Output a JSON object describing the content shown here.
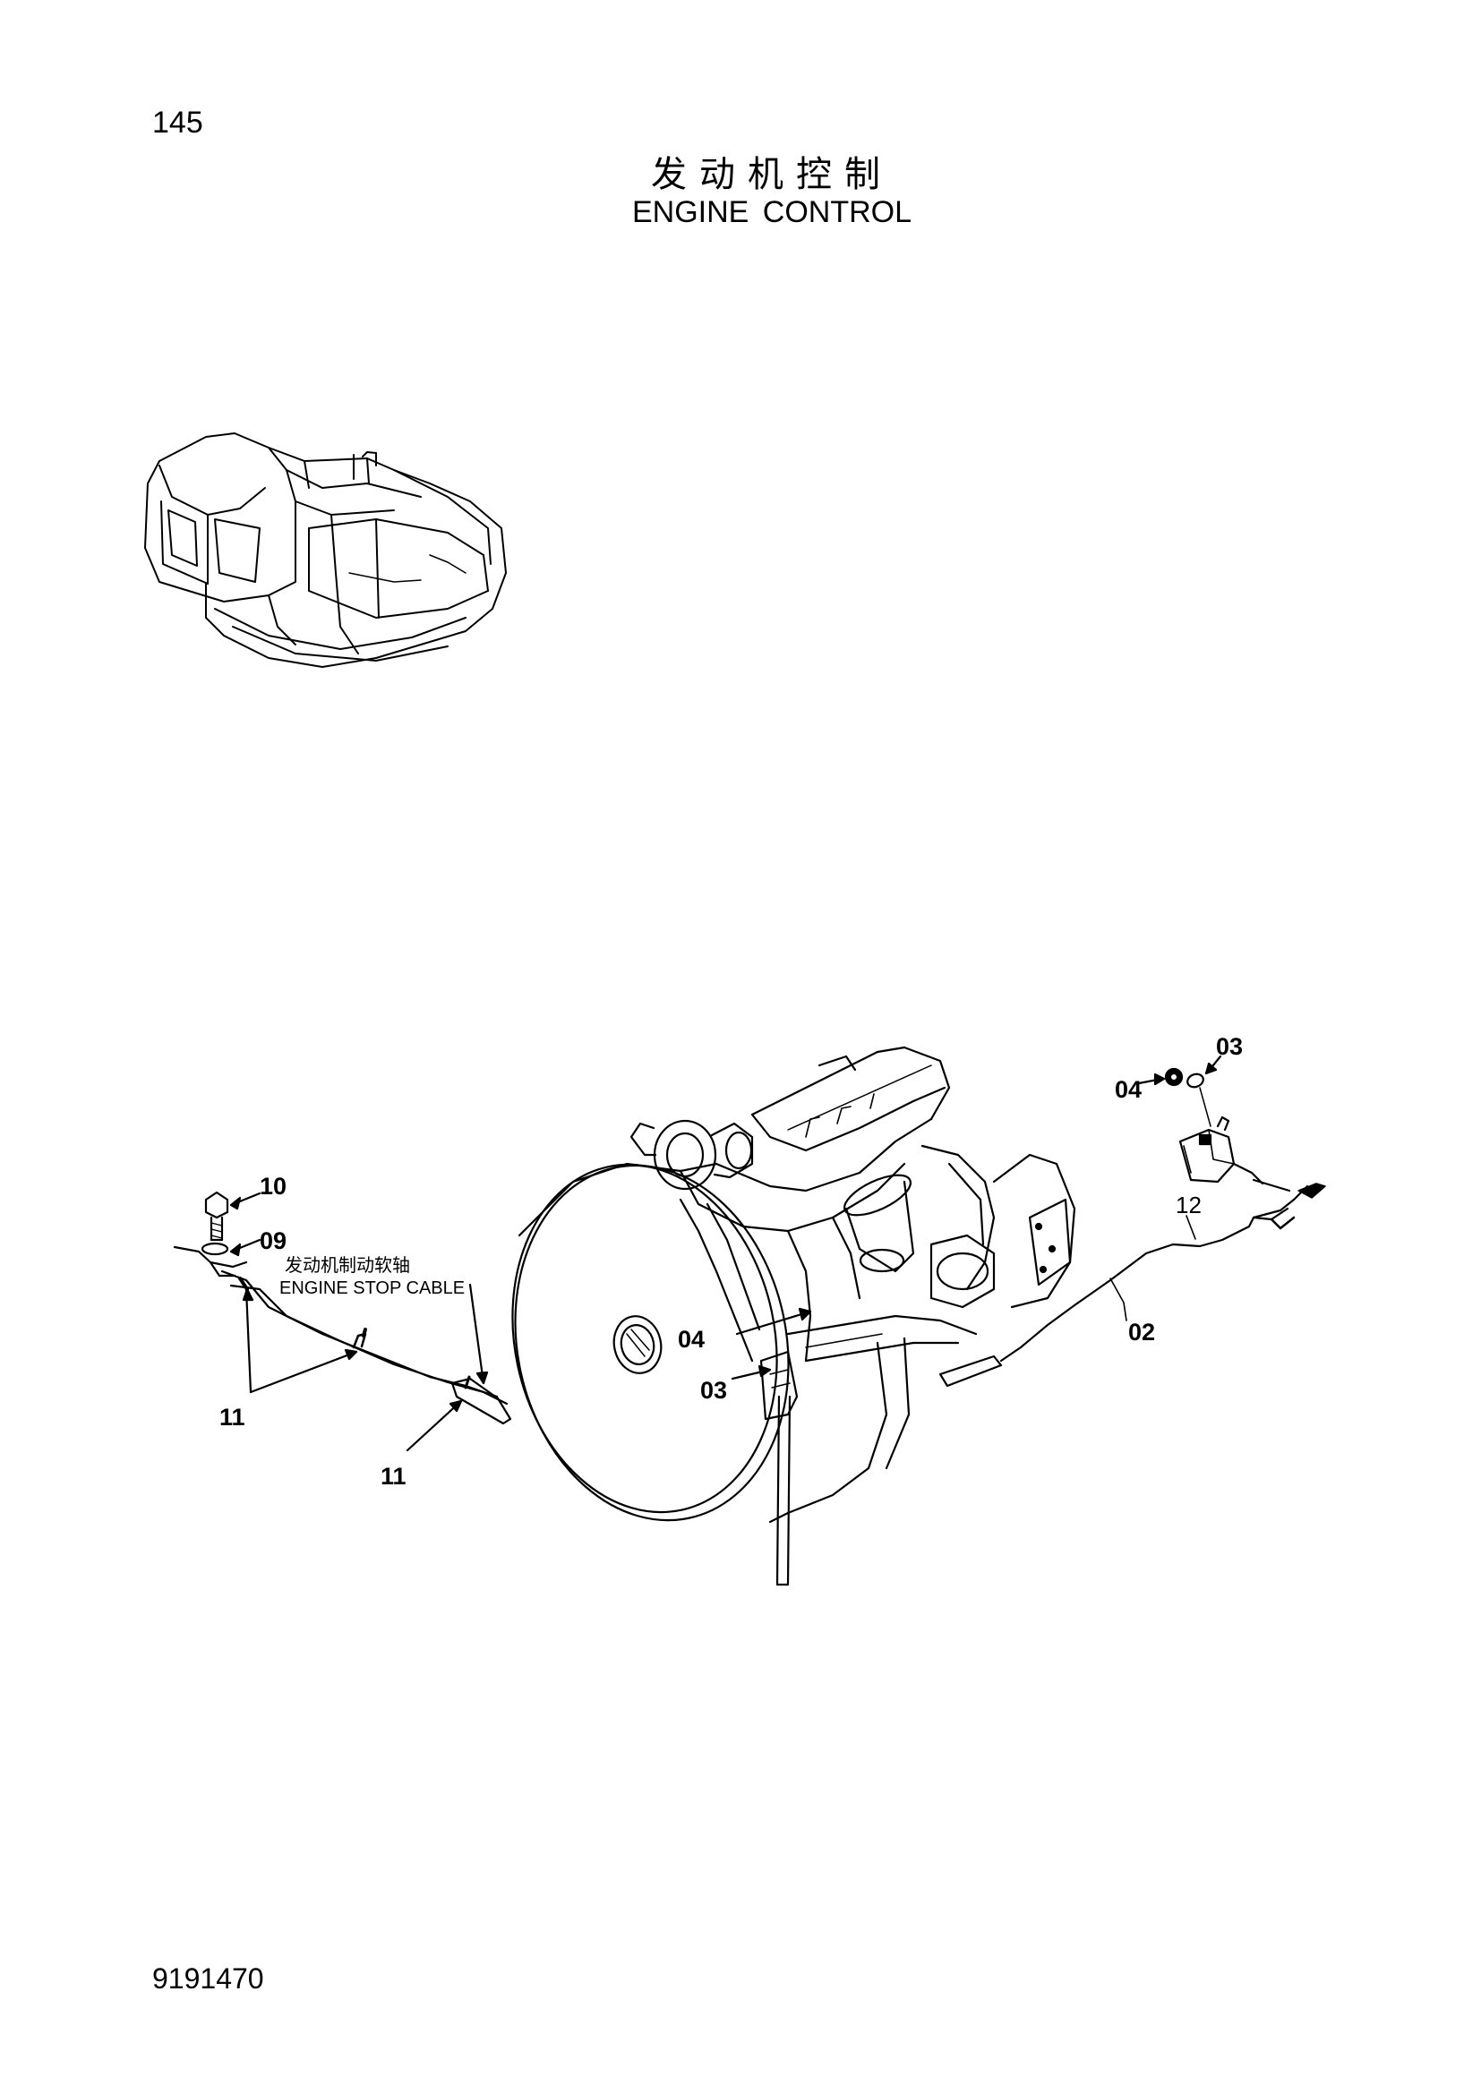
{
  "page_number": "145",
  "title_cn": "发动机控制",
  "title_en": "ENGINE CONTROL",
  "document_code": "9191470",
  "cable_label_cn": "发动机制动软轴",
  "cable_label_en": "ENGINE STOP CABLE",
  "callouts": {
    "c10": "10",
    "c09": "09",
    "c11a": "11",
    "c11b": "11",
    "c04_left": "04",
    "c03_left": "03",
    "c04_right": "04",
    "c03_right": "03",
    "c12": "12",
    "c02": "02"
  }
}
